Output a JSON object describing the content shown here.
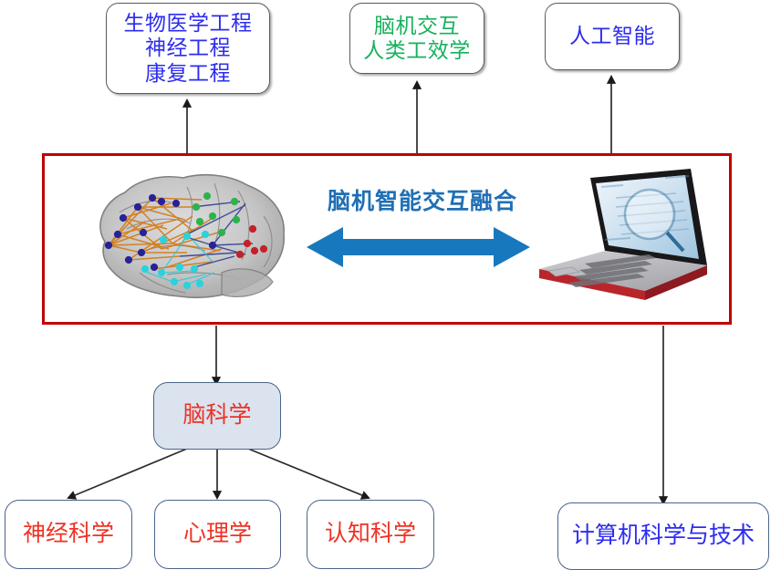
{
  "diagram": {
    "title": "脑机智能交互融合",
    "colors": {
      "fusion_border": "#c00000",
      "fusion_title": "#1f6fb5",
      "arrow_blue": "#1878be",
      "node_blue_text": "#2c2cf0",
      "node_green_text": "#16b25c",
      "node_red_text": "#ee3224",
      "node_blue_border": "#4a6489",
      "node_fill": "#dbe3ef",
      "connector": "#333333"
    },
    "center": {
      "label": "脑机智能交互融合",
      "left_image": "brain-connectome-image",
      "right_image": "laptop-image",
      "exchange_arrow": "double-headed-arrow"
    },
    "top_nodes": [
      {
        "label": "生物医学工程\n神经工程\n康复工程",
        "color": "blue"
      },
      {
        "label": "脑机交互\n人类工效学",
        "color": "green"
      },
      {
        "label": "人工智能",
        "color": "blue"
      }
    ],
    "brain_branch": {
      "root": {
        "label": "脑科学",
        "color": "red"
      },
      "children": [
        {
          "label": "神经科学",
          "color": "red"
        },
        {
          "label": "心理学",
          "color": "red"
        },
        {
          "label": "认知科学",
          "color": "red"
        }
      ]
    },
    "computer_branch": {
      "node": {
        "label": "计算机科学与技术",
        "color": "blue"
      }
    }
  }
}
